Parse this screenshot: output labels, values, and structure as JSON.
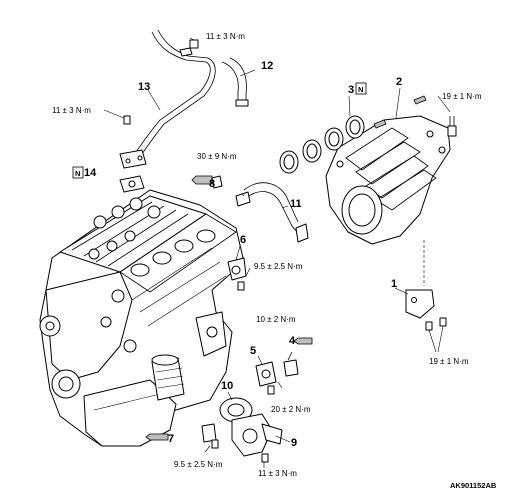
{
  "diagram_code": "AK901152AB",
  "callouts": [
    {
      "number": "1",
      "boxed": false
    },
    {
      "number": "2",
      "boxed": false
    },
    {
      "number": "3",
      "boxed": true,
      "badge": "N"
    },
    {
      "number": "4",
      "boxed": false
    },
    {
      "number": "5",
      "boxed": false
    },
    {
      "number": "6",
      "boxed": false
    },
    {
      "number": "7",
      "boxed": false
    },
    {
      "number": "8",
      "boxed": false
    },
    {
      "number": "9",
      "boxed": false
    },
    {
      "number": "10",
      "boxed": false
    },
    {
      "number": "11",
      "boxed": false
    },
    {
      "number": "12",
      "boxed": false
    },
    {
      "number": "13",
      "boxed": false
    },
    {
      "number": "14",
      "boxed": true,
      "badge": "N"
    }
  ],
  "torque_specs": [
    {
      "id": "t-top",
      "text": "11 ± 3 N·m"
    },
    {
      "id": "t-pipe13",
      "text": "11 ± 3 N·m"
    },
    {
      "id": "t-manifold-top",
      "text": "19 ± 1 N·m"
    },
    {
      "id": "t-part8",
      "text": "30 ± 9 N·m"
    },
    {
      "id": "t-part6",
      "text": "9.5 ± 2.5 N·m"
    },
    {
      "id": "t-part4",
      "text": "10 ± 2 N·m"
    },
    {
      "id": "t-manifold-bottom",
      "text": "19 ± 1 N·m"
    },
    {
      "id": "t-part5",
      "text": "20 ± 2 N·m"
    },
    {
      "id": "t-part7",
      "text": "9.5 ± 2.5 N·m"
    },
    {
      "id": "t-part9",
      "text": "11 ± 3 N·m"
    }
  ]
}
